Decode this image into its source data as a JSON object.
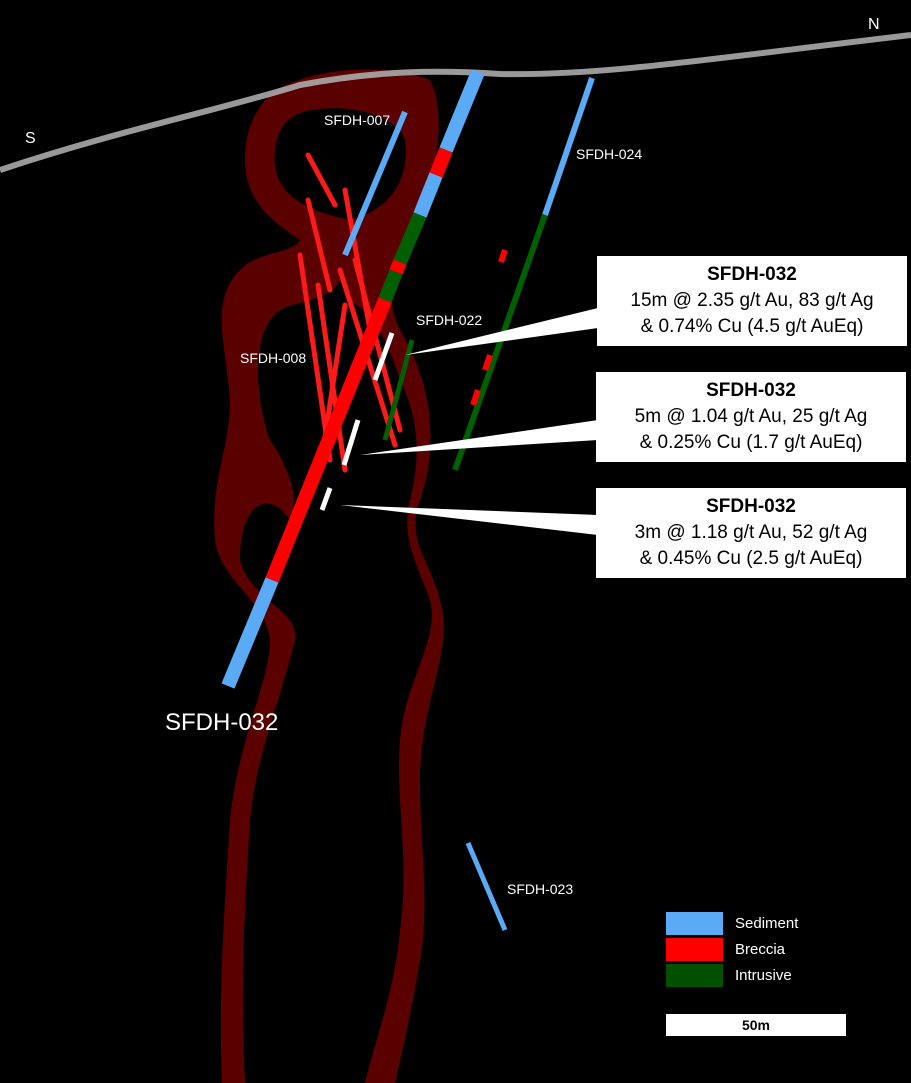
{
  "compass": {
    "south": "S",
    "north": "N"
  },
  "holes": {
    "main": "SFDH-032",
    "h007": "SFDH-007",
    "h024": "SFDH-024",
    "h022": "SFDH-022",
    "h008": "SFDH-008",
    "h023": "SFDH-023"
  },
  "callouts": [
    {
      "title": "SFDH-032",
      "line1": "15m @ 2.35 g/t Au, 83 g/t Ag",
      "line2": "& 0.74% Cu (4.5 g/t AuEq)"
    },
    {
      "title": "SFDH-032",
      "line1": "5m @ 1.04 g/t Au, 25 g/t Ag",
      "line2": "& 0.25% Cu (1.7 g/t AuEq)"
    },
    {
      "title": "SFDH-032",
      "line1": "3m @ 1.18 g/t Au, 52 g/t Ag",
      "line2": "& 0.45% Cu (2.5 g/t AuEq)"
    }
  ],
  "legend": [
    {
      "label": "Sediment",
      "color": "#5aaaf5"
    },
    {
      "label": "Breccia",
      "color": "#ff0000"
    },
    {
      "label": "Intrusive",
      "color": "#005000"
    }
  ],
  "scale_bar": "50m"
}
